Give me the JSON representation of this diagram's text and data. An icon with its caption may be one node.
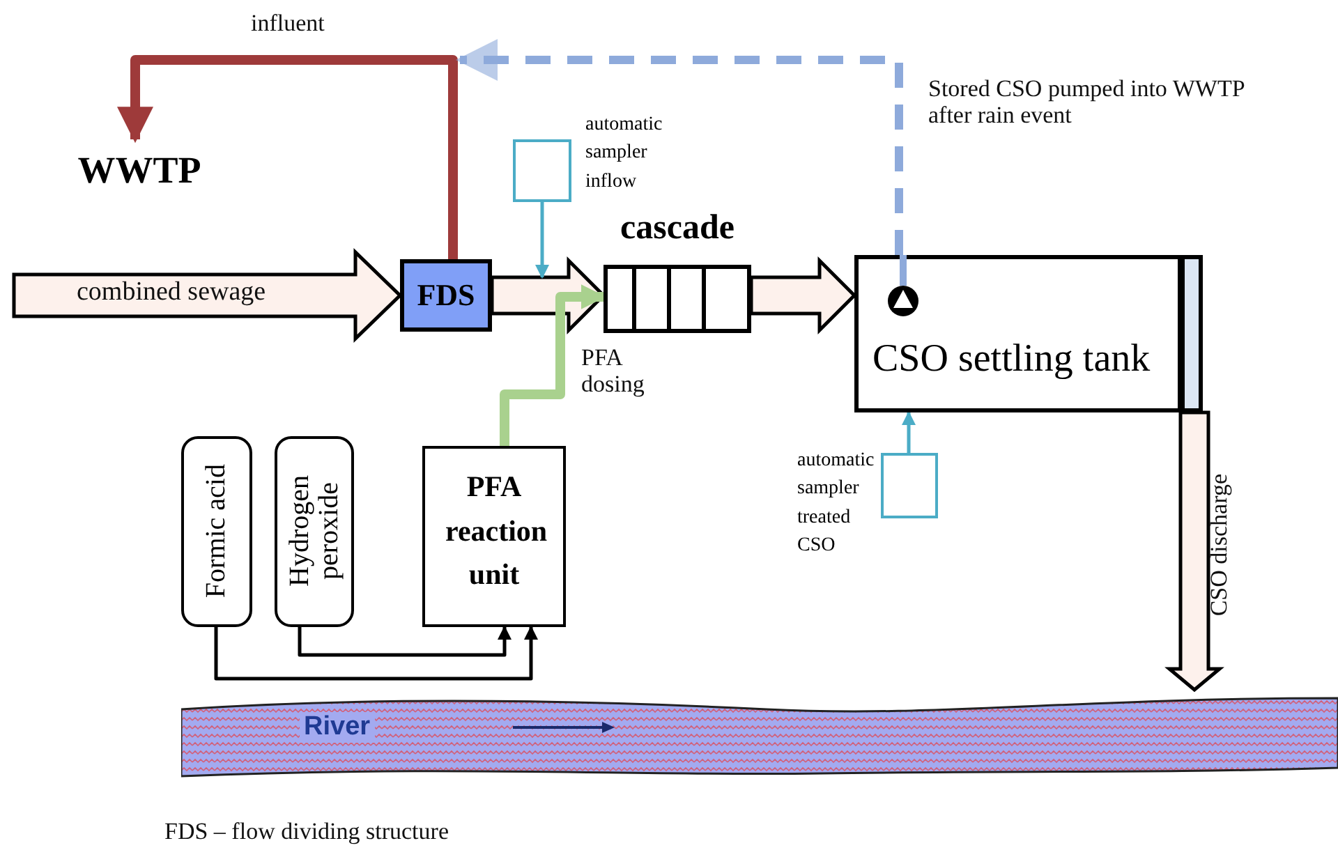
{
  "diagram": {
    "nodes": [
      {
        "text": [
          "WWTP"
        ]
      },
      {
        "text": [
          "FDS"
        ]
      },
      {
        "text": [],
        "shape": "box",
        "beside": [
          "automatic sampler inflow"
        ]
      },
      {
        "text": [
          "cascade"
        ]
      },
      {
        "text": [
          "CSO settling tank"
        ]
      },
      {
        "text": [],
        "shape": "box",
        "beside": [
          "automatic sampler treated CSO"
        ]
      },
      {
        "text": [
          "Formic acid"
        ]
      },
      {
        "text": [
          "Hydrogen peroxide"
        ]
      },
      {
        "text": [
          "PFA reaction unit"
        ]
      },
      {
        "text": [
          "River"
        ]
      }
    ],
    "edges": [
      {
        "from": null,
        "to": 1,
        "arrow": "to",
        "label": "combined sewage",
        "style": "thick"
      },
      {
        "from": 1,
        "to": 0,
        "arrow": "to",
        "label": "influent",
        "style": "thick",
        "color": "#9e3a3a"
      },
      {
        "from": 4,
        "to": null,
        "arrow": "to",
        "label": "Stored CSO pumped into WWTP after rain event",
        "style": "dashed",
        "color": "#8eaadb"
      },
      {
        "from": 1,
        "to": 3,
        "arrow": "to",
        "style": "thick"
      },
      {
        "from": 2,
        "to": null,
        "arrow": "to",
        "color": "#4bacc6"
      },
      {
        "from": 8,
        "to": 3,
        "arrow": "to",
        "label": "PFA dosing",
        "style": "thick",
        "color": "#a9d18e"
      },
      {
        "from": 3,
        "to": 4,
        "arrow": "to",
        "style": "thick"
      },
      {
        "from": 5,
        "to": 4,
        "arrow": "to",
        "color": "#4bacc6"
      },
      {
        "from": 7,
        "to": 8,
        "arrow": "to",
        "color": "#000000"
      },
      {
        "from": 6,
        "to": 8,
        "arrow": "to",
        "color": "#000000"
      },
      {
        "from": 4,
        "to": 9,
        "arrow": "to",
        "label": "CSO discharge",
        "style": "thick"
      }
    ],
    "labels": [
      "FDS – flow dividing structure"
    ]
  }
}
